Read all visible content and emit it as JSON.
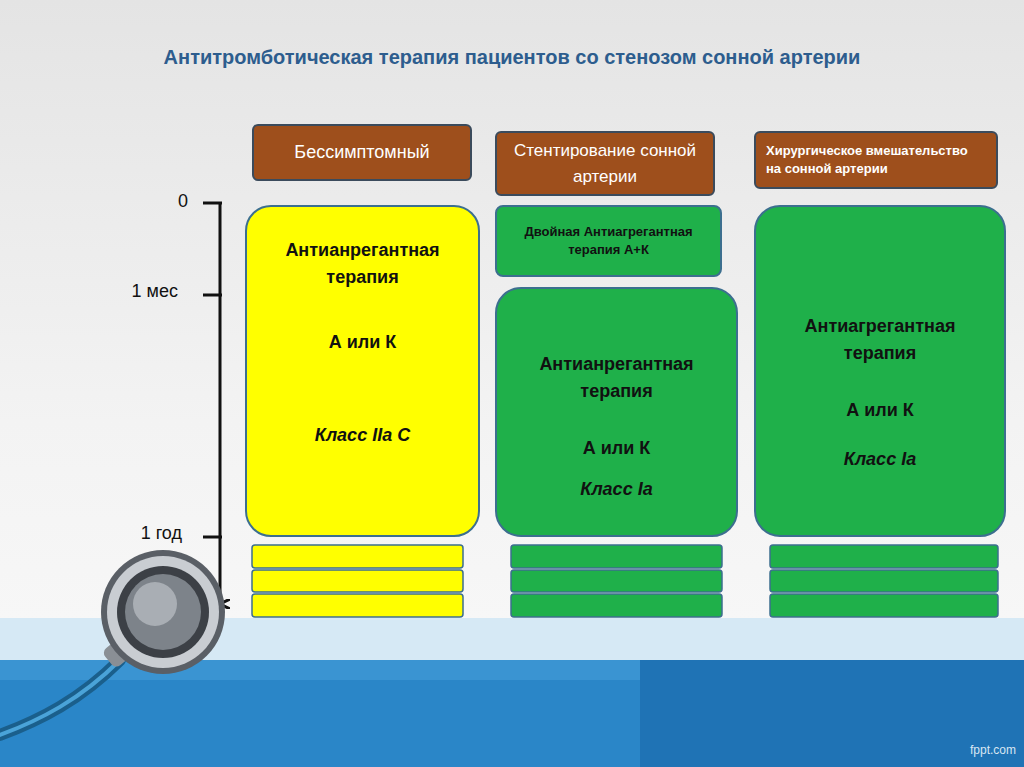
{
  "diagram": {
    "title": "Антитромботическая терапия пациентов со стенозом сонной артерии",
    "nodes": [
      {
        "text": [
          "Бессимптомный"
        ]
      },
      {
        "text": [
          "Стентирование сонной артерии"
        ]
      },
      {
        "text": [
          "Хирургическое вмешательство на сонной артерии"
        ]
      },
      {
        "text": [
          "Антианрегантная терапия",
          "А или К",
          "Класс IIa C"
        ]
      },
      {
        "text": [
          "Двойная Антиагрегантная терапия А+К"
        ]
      },
      {
        "text": [
          "Антианрегантная терапия",
          "А или К",
          "Класс Ia"
        ]
      },
      {
        "text": [
          "Антиагрегантная терапия",
          "А или К",
          "Класс Ia"
        ]
      }
    ],
    "edges": [],
    "labels": [
      "0",
      "1 мес",
      "1 год",
      "fppt.com"
    ]
  }
}
